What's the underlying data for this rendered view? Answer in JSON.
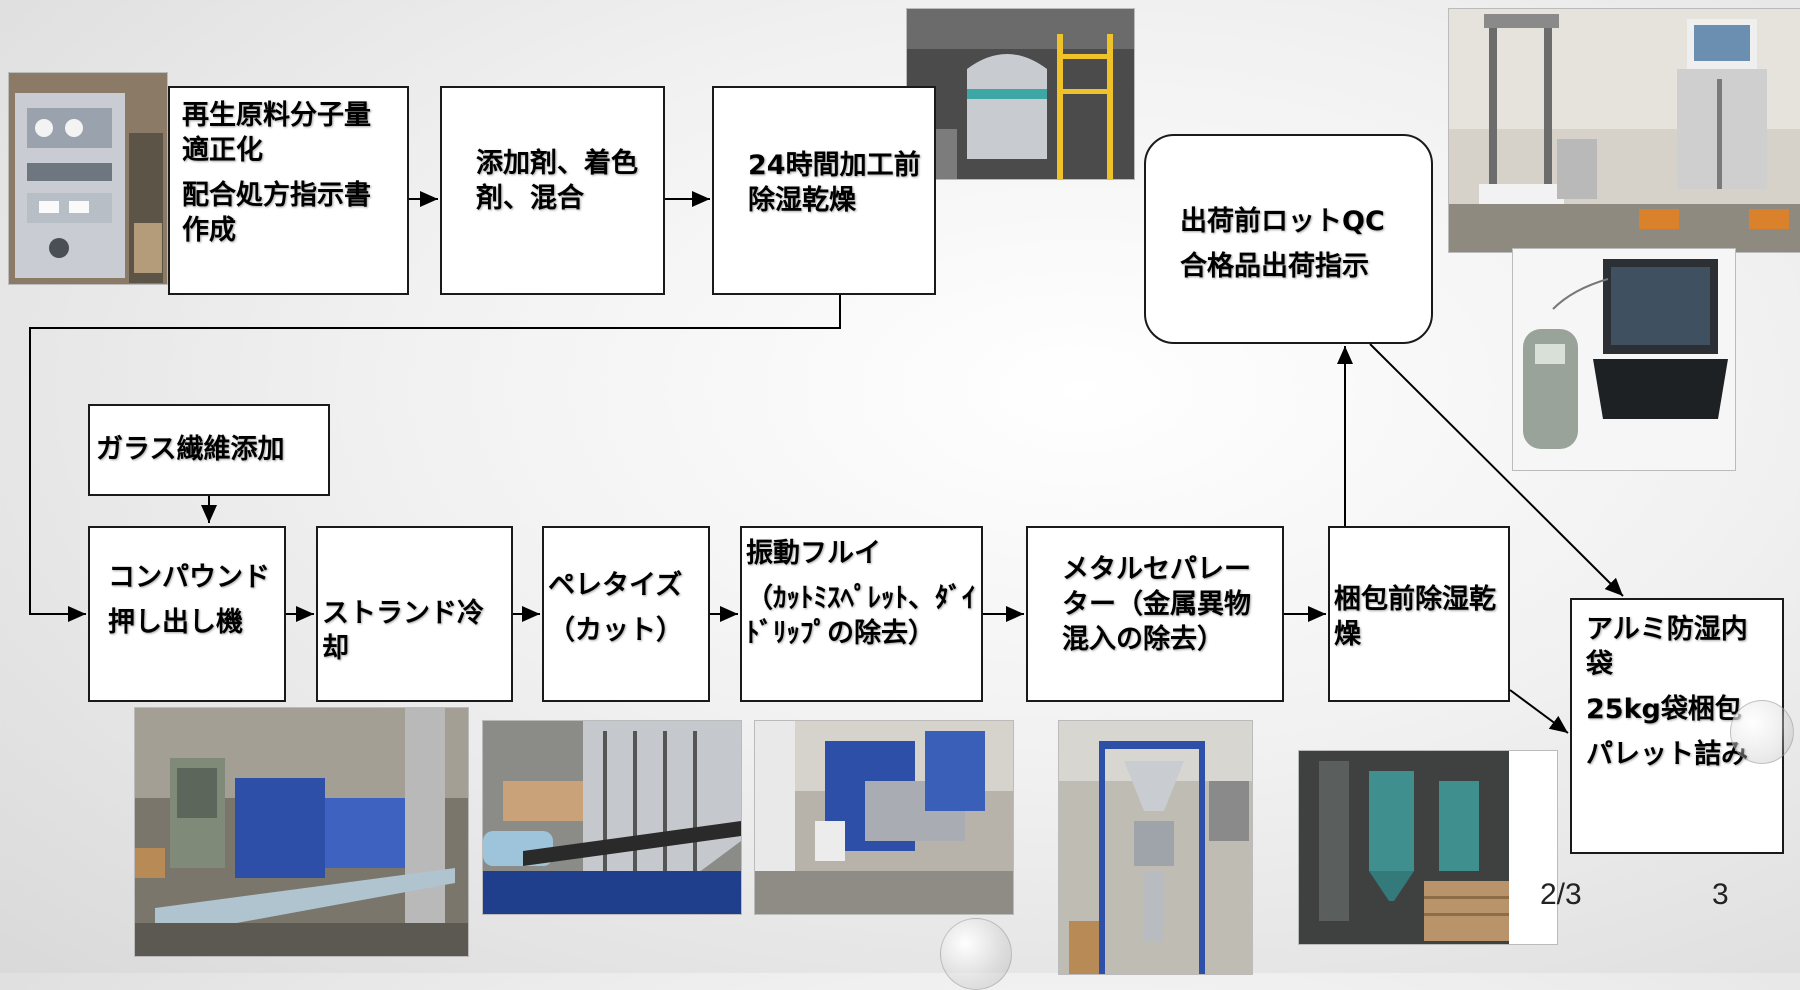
{
  "steps": {
    "s1": [
      "再生原料分子量適正化",
      "配合処方指示書作成"
    ],
    "s2": [
      "添加剤、着色剤、混合"
    ],
    "s3": [
      "24時間加工前除湿乾燥"
    ],
    "glass": [
      "ガラス繊維添加"
    ],
    "compound": [
      "コンパウンド",
      "押し出し機"
    ],
    "strand": [
      "ストランド冷却"
    ],
    "pellet": [
      "ペレタイズ",
      "（カット）"
    ],
    "sieve": [
      "振動フルイ",
      "（ｶｯﾄﾐｽﾍﾟﾚｯﾄ、ﾀﾞｲﾄﾞﾘｯﾌﾟの除去）"
    ],
    "metal": [
      "メタルセパレーター（金属異物混入の除去）"
    ],
    "predry": [
      "梱包前除湿乾燥"
    ],
    "qc": [
      "出荷前ロットQC",
      "合格品出荷指示"
    ],
    "pack": [
      "アルミ防湿内袋",
      "25kg袋梱包",
      "パレット詰み"
    ]
  },
  "footer": {
    "date_fragment": "2/3",
    "page_number": "3"
  },
  "photos": [
    "control-panel-photo",
    "mixer-tank-photo",
    "tensile-tester-photo",
    "moisture-analyzer-laptop-photo",
    "extruder-line-photo",
    "strand-cooling-photo",
    "pelletizer-photo",
    "metal-separator-photo",
    "dryer-silo-bags-photo"
  ],
  "colors": {
    "box_border": "#1a1a1a",
    "box_fill": "#ffffff",
    "arrow": "#000000",
    "machine_blue": "#2d4fa8",
    "teal_silo": "#3f8f8f"
  }
}
